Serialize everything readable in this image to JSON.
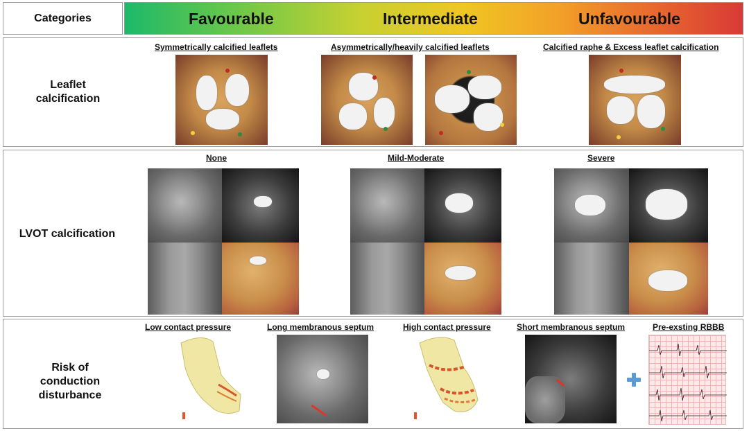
{
  "header": {
    "categories_label": "Categories",
    "favourable": "Favourable",
    "intermediate": "Intermediate",
    "unfavourable": "Unfavourable"
  },
  "leaflet": {
    "label_line1": "Leaflet",
    "label_line2": "calcification",
    "symmetric": "Symmetrically calcified leaflets",
    "asymmetric": "Asymmetrically/heavily calcified leaflets",
    "raphe": "Calcified raphe & Excess leaflet calcification"
  },
  "lvot": {
    "label": "LVOT calcification",
    "none": "None",
    "mild": "Mild-Moderate",
    "severe": "Severe"
  },
  "conduction": {
    "label_line1": "Risk of",
    "label_line2": "conduction disturbance",
    "low_pressure": "Low contact pressure",
    "long_septum": "Long membranous septum",
    "high_pressure": "High contact pressure",
    "short_septum": "Short membranous septum",
    "rbbb": "Pre-exsting RBBB"
  }
}
